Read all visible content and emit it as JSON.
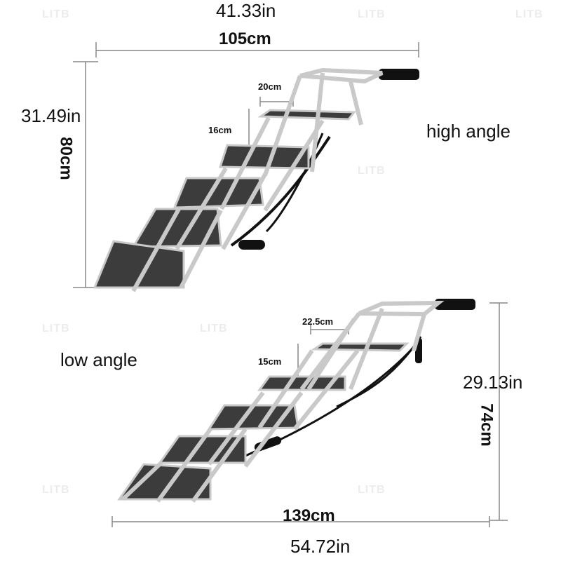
{
  "watermark": "LITB",
  "high": {
    "label": "high angle",
    "width_in": "41.33in",
    "width_cm": "105cm",
    "height_in": "31.49in",
    "height_cm": "80cm",
    "step_depth": "20cm",
    "step_rise": "16cm"
  },
  "low": {
    "label": "low angle",
    "width_cm": "139cm",
    "width_in": "54.72in",
    "height_in": "29.13in",
    "height_cm": "74cm",
    "step_depth": "22.5cm",
    "step_rise": "15cm"
  },
  "colors": {
    "frame": "#c9c9c9",
    "tread": "#3c3c3c",
    "tread_edge": "#1e1e1e",
    "dimension_line": "#888888"
  }
}
